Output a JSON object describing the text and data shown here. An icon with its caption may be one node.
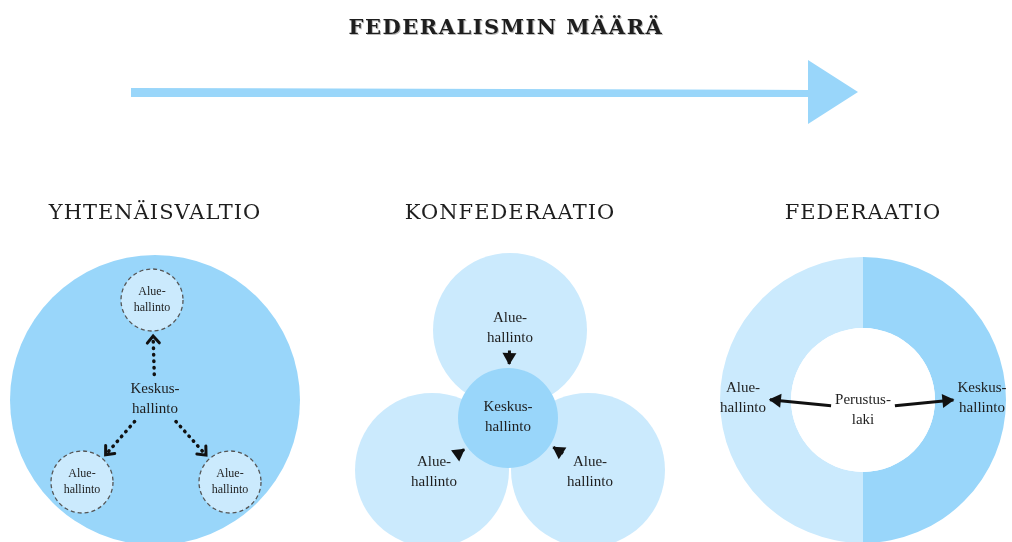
{
  "diagram": {
    "title": "FEDERALISMIN MÄÄRÄ",
    "nodes": [
      {
        "text": [],
        "shape": "circle"
      },
      {
        "text": [
          "Keskus- hallinto"
        ],
        "in": 0
      },
      {
        "text": [
          "Alue- hallinto"
        ],
        "in": 0
      },
      {
        "text": [
          "Alue- hallinto"
        ],
        "in": 0
      },
      {
        "text": [
          "Alue- hallinto"
        ],
        "in": 0
      },
      {
        "text": [
          "Alue- hallinto"
        ]
      },
      {
        "text": [
          "Keskus- hallinto"
        ]
      },
      {
        "text": [
          "Alue- hallinto"
        ]
      },
      {
        "text": [
          "Alue- hallinto"
        ]
      },
      {
        "text": [
          "Alue- hallinto"
        ]
      },
      {
        "text": [
          "Keskus- hallinto"
        ]
      },
      {
        "text": [
          "Perustus- laki"
        ]
      }
    ],
    "edges": [
      {
        "from": 1,
        "to": 2,
        "arrow": "to",
        "style": "dashed"
      },
      {
        "from": 1,
        "to": 3,
        "arrow": "to",
        "style": "dashed"
      },
      {
        "from": 1,
        "to": 4,
        "arrow": "to",
        "style": "dashed"
      },
      {
        "from": 5,
        "to": 6,
        "arrow": "to"
      },
      {
        "from": 7,
        "to": 6,
        "arrow": "to"
      },
      {
        "from": 8,
        "to": 6,
        "arrow": "to"
      },
      {
        "from": 11,
        "to": 9,
        "arrow": "to"
      },
      {
        "from": 11,
        "to": 10,
        "arrow": "to"
      }
    ],
    "labels": [
      "YHTENÄISVALTIO",
      "KONFEDERAATIO",
      "FEDERAATIO"
    ]
  }
}
